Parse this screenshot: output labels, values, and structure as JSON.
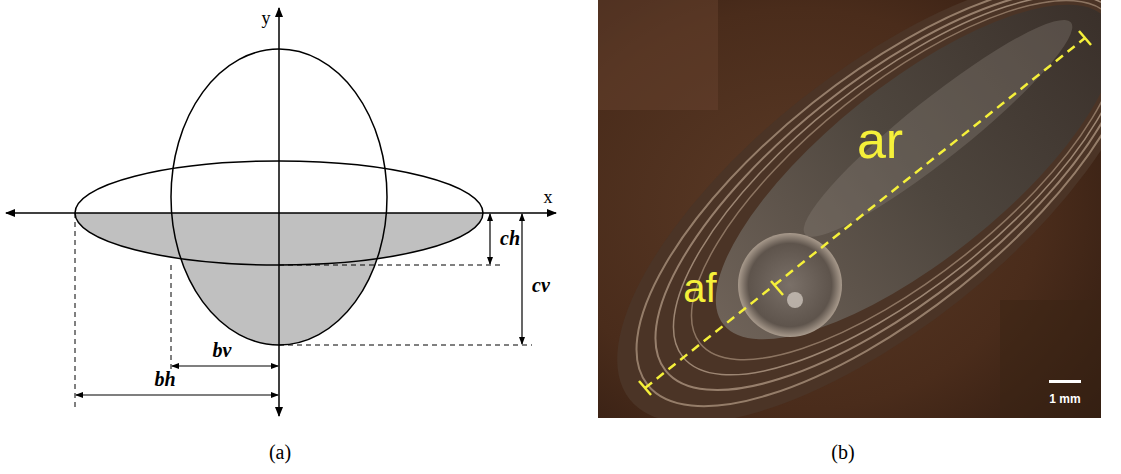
{
  "diagram": {
    "labels": [
      "y",
      "x",
      "ch",
      "cv",
      "bv",
      "bh",
      "(a)",
      "af",
      "ar",
      "1 mm",
      "(b)"
    ]
  }
}
